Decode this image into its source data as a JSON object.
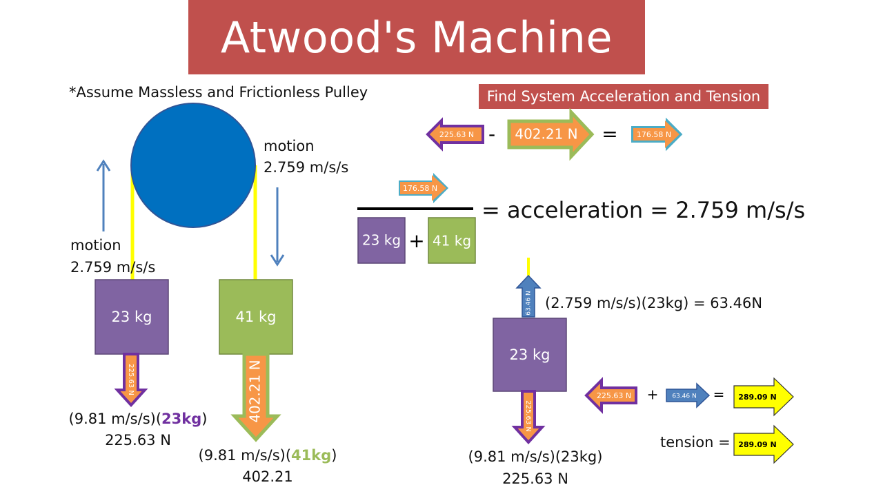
{
  "title": "Atwood's Machine",
  "assumption": "*Assume Massless and Frictionless Pulley",
  "find_label": "Find System Acceleration and Tension",
  "left_motion": {
    "label": "motion",
    "value": "2.759 m/s/s"
  },
  "right_motion": {
    "label": "motion",
    "value": "2.759 m/s/s"
  },
  "mass_a": {
    "label": "23 kg",
    "force_arrow": "225.63 N",
    "formula_prefix": "(9.81 m/s/s)(",
    "formula_bold": "23kg",
    "formula_suffix": ")",
    "force": "225.63 N"
  },
  "mass_b": {
    "label": "41 kg",
    "force_arrow": "402.21 N",
    "formula_prefix": "(9.81 m/s/s)(",
    "formula_bold": "41kg",
    "formula_suffix": ")",
    "force": "402.21"
  },
  "net_force_eq": {
    "left": "225.63 N",
    "minus": "-",
    "middle": "402.21 N",
    "equals": "=",
    "result": "176.58 N"
  },
  "acceleration_eq": {
    "numerator": "176.58 N",
    "mass1": "23 kg",
    "plus": "+",
    "mass2": "41 kg",
    "text": "= acceleration = 2.759 m/s/s"
  },
  "tension_block": {
    "mass_label": "23 kg",
    "up_arrow": "63.46 N",
    "up_formula": "(2.759 m/s/s)(23kg) = 63.46N",
    "down_arrow": "225.63 N",
    "down_formula": "(9.81 m/s/s)(23kg)",
    "down_force": "225.63 N",
    "sum_left": "225.63 N",
    "plus": "+",
    "sum_middle": "63.46 N",
    "equals": "=",
    "sum_result": "289.09 N",
    "tension_label": "tension =",
    "tension_value": "289.09 N"
  },
  "colors": {
    "title_bg": "#c0504d",
    "pulley": "#0070c0",
    "rope": "#ffff00",
    "mass_purple": "#8064a2",
    "mass_green": "#9bbb59",
    "force_orange": "#f79646",
    "motion_blue": "#4f81bd",
    "arrow_cyan": "#4bacc6",
    "tension_yellow": "#ffff00"
  }
}
